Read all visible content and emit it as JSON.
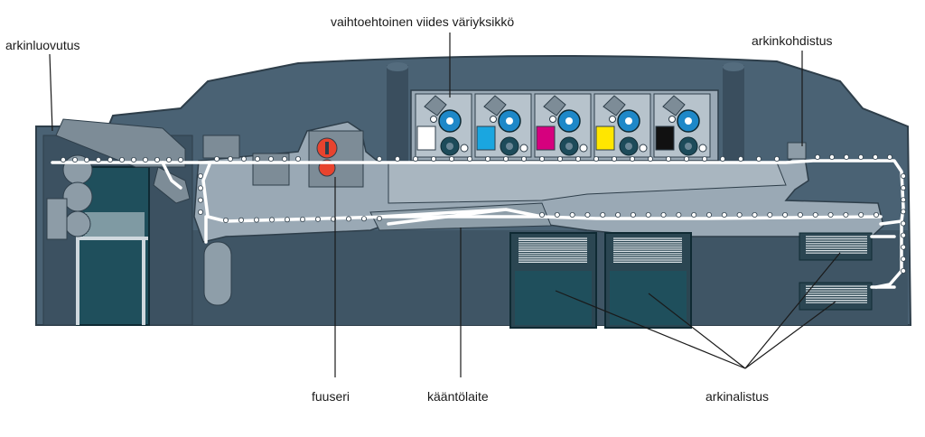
{
  "labels": {
    "sheet_output": "arkinluovutus",
    "fifth_color_unit": "vaihtoehtoinen viides väriyksikkö",
    "registration": "arkinkohdistus",
    "fuser": "fuuseri",
    "turner": "kääntölaite",
    "sheet_feed": "arkinalistus"
  },
  "colors": {
    "chassis": "#4a6274",
    "chassis_dark": "#3a4e5e",
    "inner_frame": "#9aa9b5",
    "panel_dark": "#1f4f5c",
    "paper_path": "#ffffff",
    "roller_blue": "#1e88c8",
    "roller_dark": "#1d4b5a",
    "toner_white": "#ffffff",
    "toner_cyan": "#1aa6e0",
    "toner_magenta": "#d6007e",
    "toner_yellow": "#ffe600",
    "toner_black": "#111111",
    "fuser_red": "#e8432e"
  },
  "toner_units": [
    "white",
    "cyan",
    "magenta",
    "yellow",
    "black"
  ]
}
